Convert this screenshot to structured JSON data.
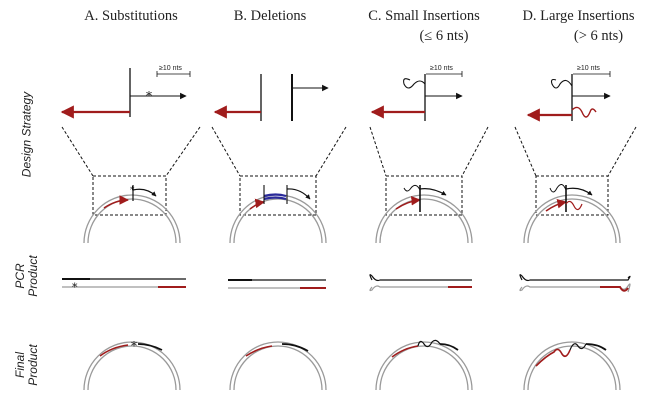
{
  "columns": [
    {
      "title": "A. Substitutions",
      "subtitle": ""
    },
    {
      "title": "B. Deletions",
      "subtitle": ""
    },
    {
      "title": "C. Small Insertions",
      "subtitle": "(≤ 6 nts)"
    },
    {
      "title": "D. Large Insertions",
      "subtitle": "(> 6 nts)"
    }
  ],
  "rows": {
    "design": "Design Strategy",
    "pcr_line1": "PCR",
    "pcr_line2": "Product",
    "final_line1": "Final",
    "final_line2": "Product"
  },
  "scale_label": "≥10 nts",
  "mutation_mark": "*",
  "colors": {
    "primer_red": "#a01c1c",
    "primer_black": "#111111",
    "plasmid_gray": "#9a9a9a",
    "deletion_blue": "#2a2a9a"
  }
}
